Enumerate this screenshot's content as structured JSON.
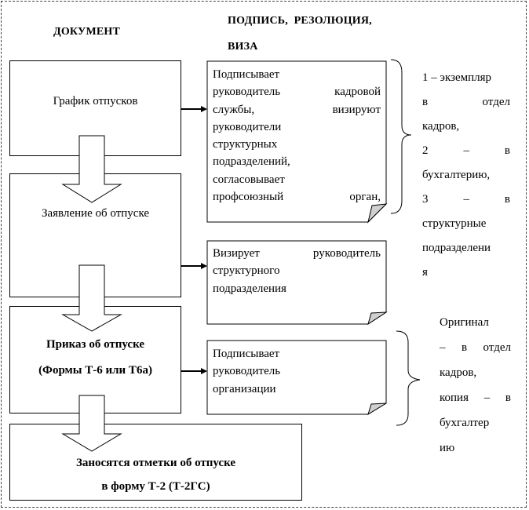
{
  "headers": {
    "document": "ДОКУМЕНТ",
    "signature_line1": "ПОДПИСЬ,   РЕЗОЛЮЦИЯ,",
    "signature_line2": "ВИЗА"
  },
  "documents": [
    {
      "label": "График отпусков"
    },
    {
      "label": "Заявление об отпуске"
    },
    {
      "label": "Приказ об отпуске",
      "sublabel": "(Формы Т-6 или Т6а)"
    },
    {
      "line1": "Заносятся отметки об отпуске",
      "line2": "в форму Т-2 (Т-2ГС)"
    }
  ],
  "notes": [
    {
      "lines": [
        "Подписывает",
        "руководитель кадровой",
        "службы, визируют",
        "руководители",
        "структурных",
        "подразделений,",
        "согласовывает",
        "профсоюзный орган,"
      ]
    },
    {
      "lines": [
        "Визирует руководитель",
        "структурного",
        "подразделения"
      ]
    },
    {
      "lines": [
        "Подписывает",
        "руководитель",
        "организации"
      ]
    }
  ],
  "side_notes": [
    {
      "lines": [
        "1 – экземпляр",
        "в отдел",
        "кадров,",
        "2 – в",
        "бухгалтерию,",
        "3 – в",
        "структурные",
        "подразделени",
        "я"
      ]
    },
    {
      "lines": [
        "Оригинал",
        "– в отдел",
        "кадров,",
        "копия – в",
        "бухгалтер",
        "ию"
      ]
    }
  ]
}
